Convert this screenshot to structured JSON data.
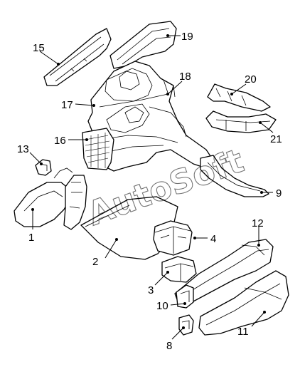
{
  "diagram": {
    "watermark": "AutoSoft",
    "callouts": [
      {
        "id": "c1",
        "text": "1"
      },
      {
        "id": "c2",
        "text": "2"
      },
      {
        "id": "c3",
        "text": "3"
      },
      {
        "id": "c4",
        "text": "4"
      },
      {
        "id": "c8",
        "text": "8"
      },
      {
        "id": "c9",
        "text": "9"
      },
      {
        "id": "c10",
        "text": "10"
      },
      {
        "id": "c11",
        "text": "11"
      },
      {
        "id": "c12",
        "text": "12"
      },
      {
        "id": "c13",
        "text": "13"
      },
      {
        "id": "c15",
        "text": "15"
      },
      {
        "id": "c16",
        "text": "16"
      },
      {
        "id": "c17",
        "text": "17"
      },
      {
        "id": "c18",
        "text": "18"
      },
      {
        "id": "c19",
        "text": "19"
      },
      {
        "id": "c20",
        "text": "20"
      },
      {
        "id": "c21",
        "text": "21"
      }
    ]
  }
}
